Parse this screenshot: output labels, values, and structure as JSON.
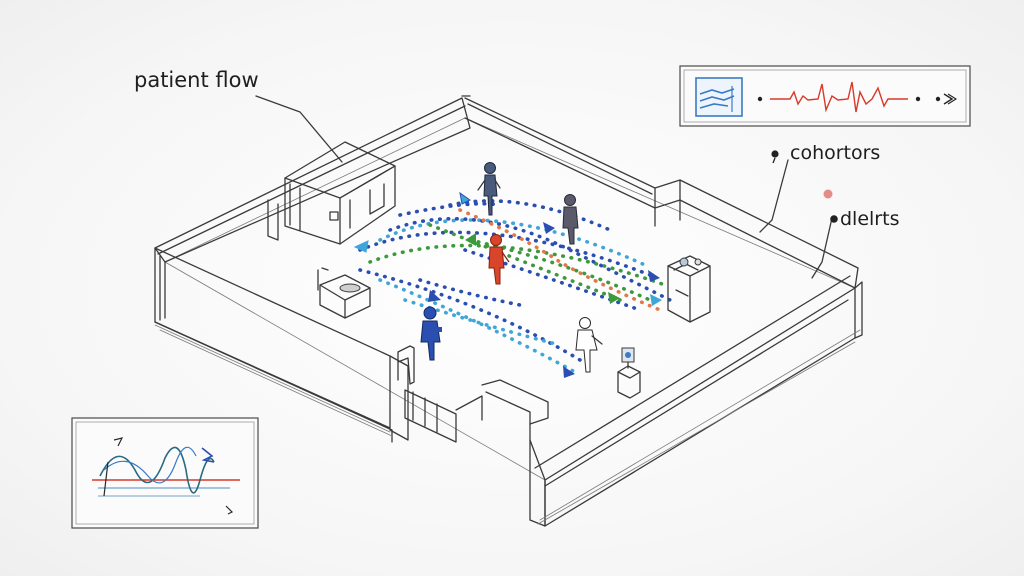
{
  "annotations": {
    "patient_flow": "patient flow",
    "cohortors": "cohortors",
    "alerts": "dlelrts"
  },
  "colors": {
    "blue_path": "#2a4fb0",
    "green_path": "#3c9a3c",
    "light_blue_path": "#3ea6d8",
    "red_person": "#d8452b",
    "pink_dot": "#e58c84",
    "ecg_red": "#d63a2a",
    "monitor_blue": "#3a7bc4"
  },
  "icons": {
    "monitor_panel": "ecg-monitor-icon",
    "chart_panel": "waveform-chart-icon"
  }
}
